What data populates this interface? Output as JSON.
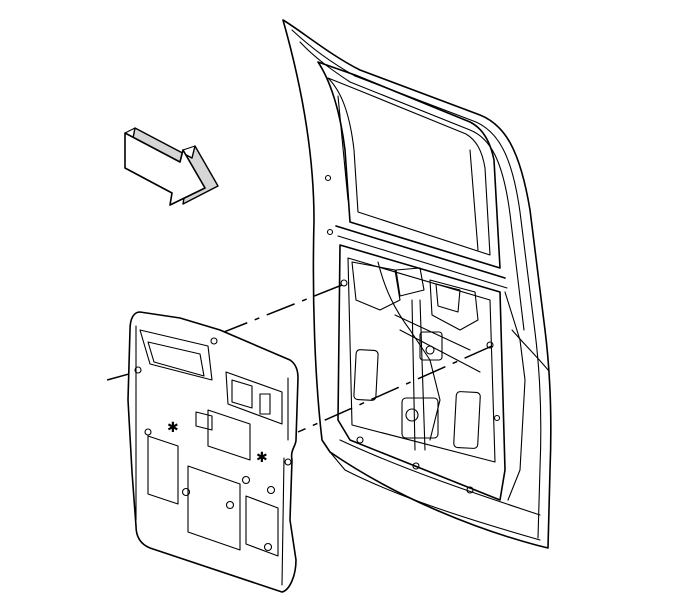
{
  "diagram": {
    "direction_arrow_icon": "front-of-vehicle-arrow",
    "parts": [
      "door-trim-panel",
      "rear-door-frame",
      "window-regulator"
    ],
    "stroke_color": "#000000",
    "shadow_color": "#d6d6d6",
    "background_color": "#ffffff"
  }
}
